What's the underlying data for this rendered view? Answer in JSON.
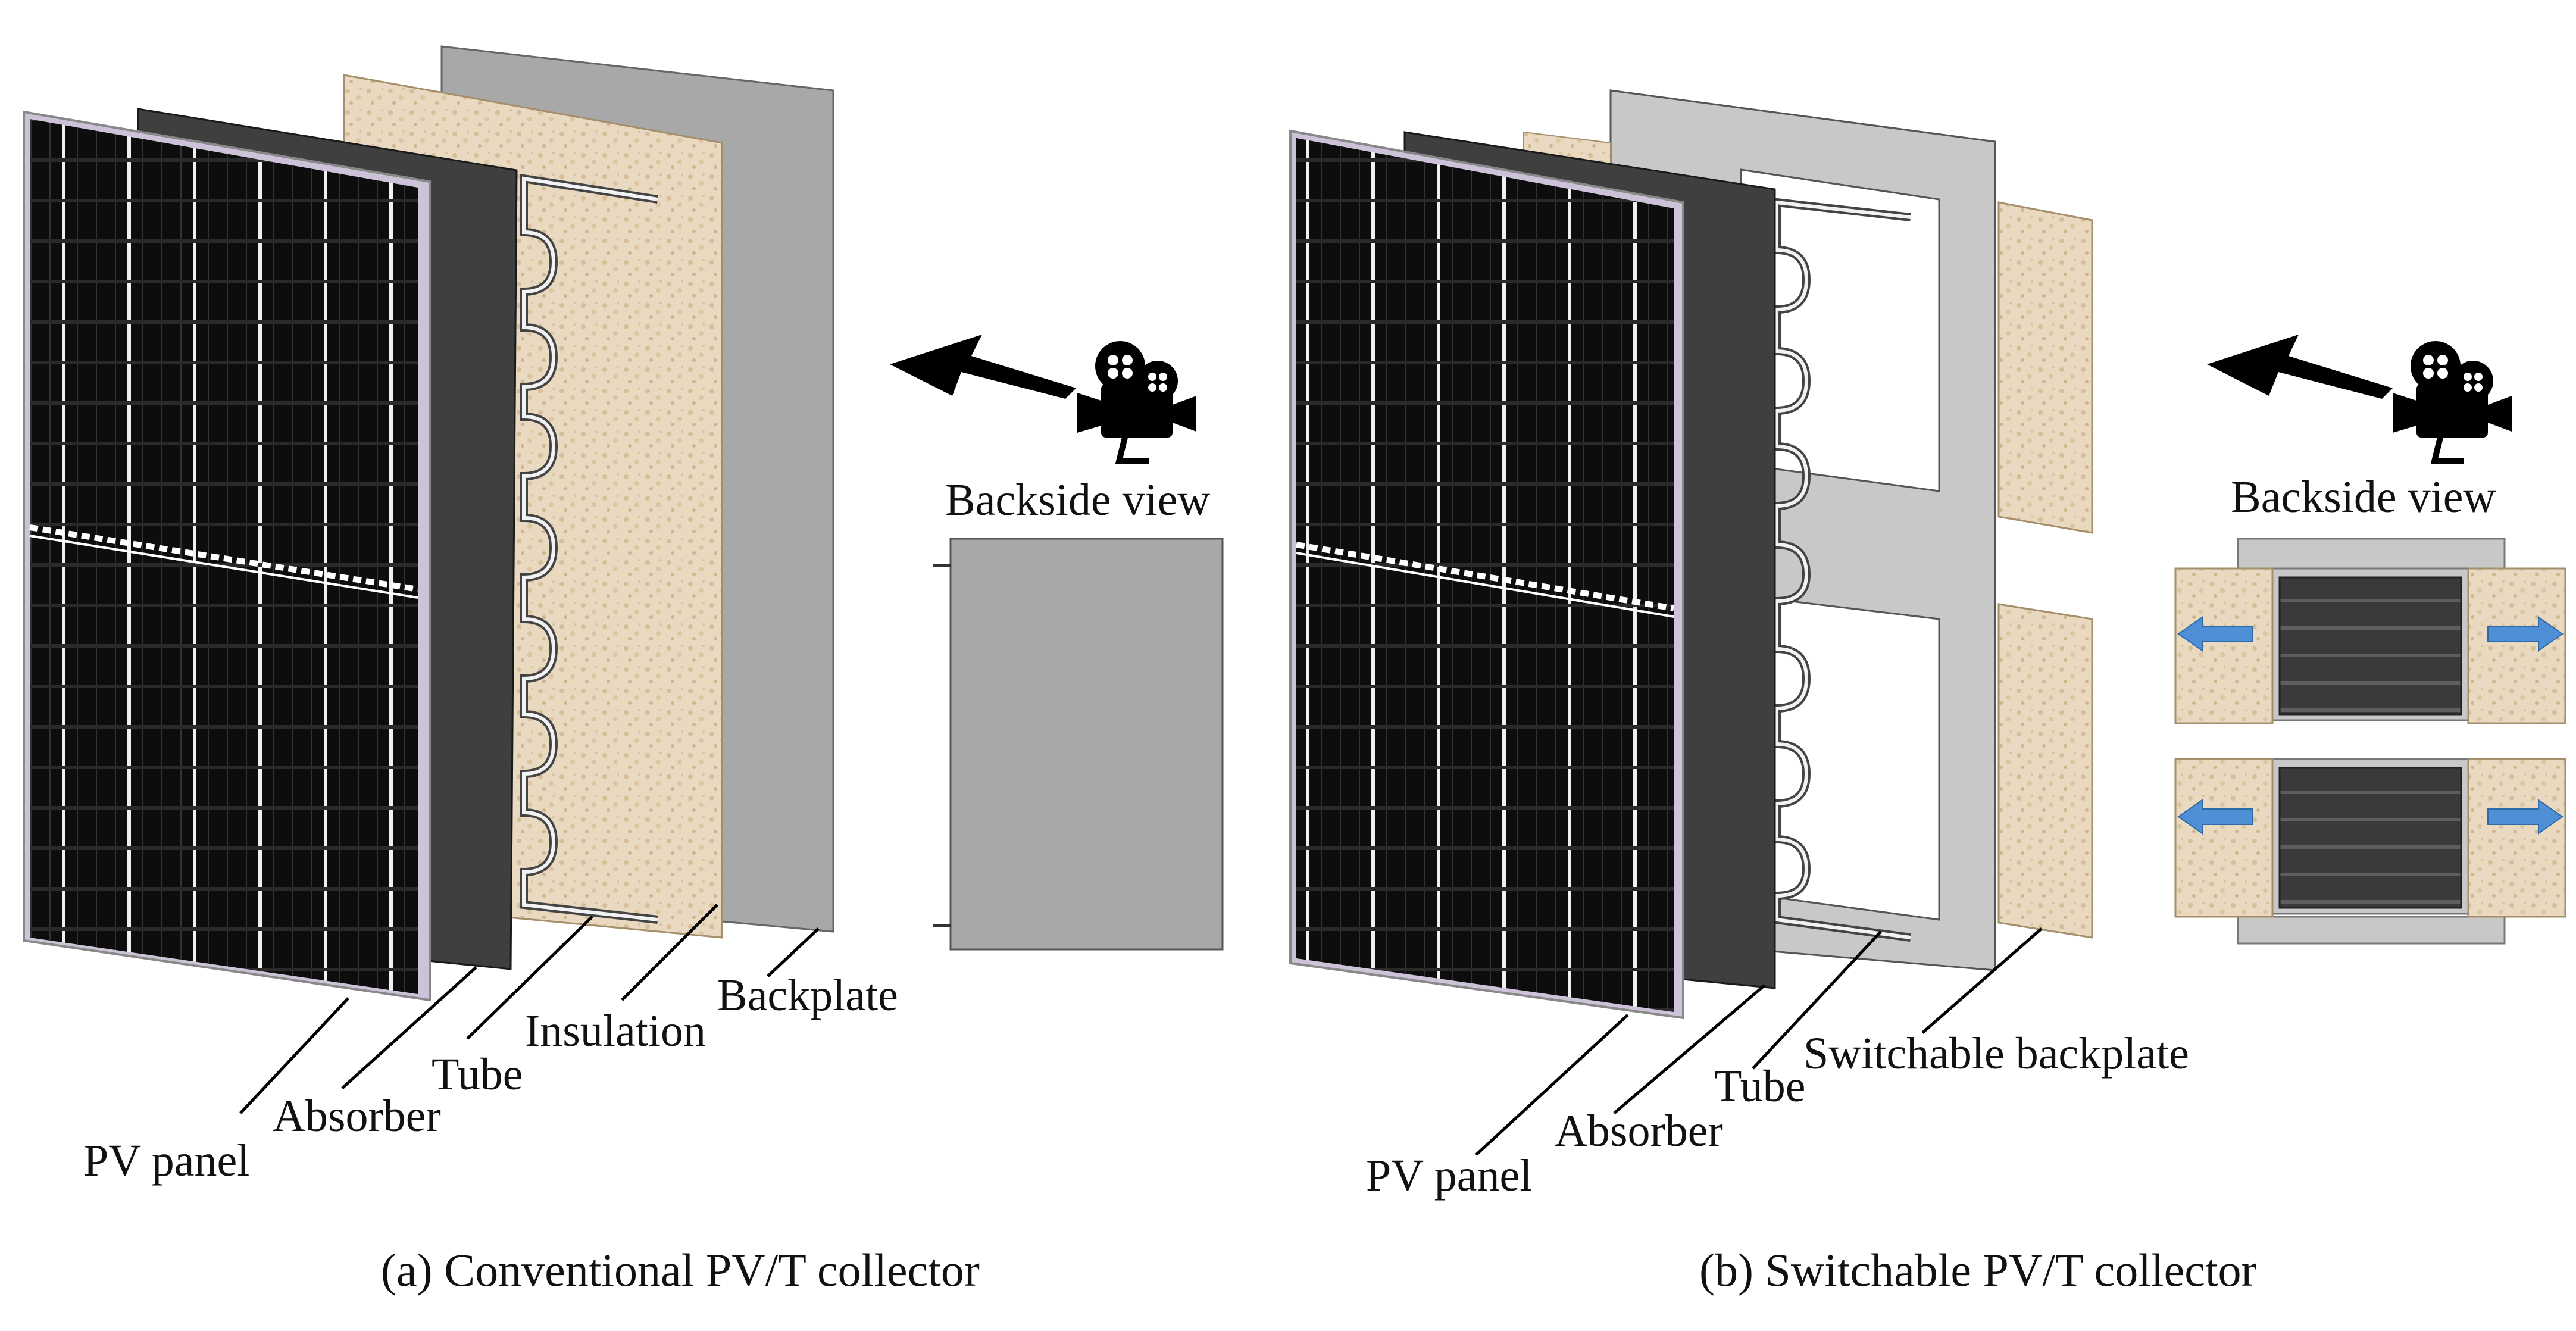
{
  "panel_a": {
    "caption": "(a) Conventional PV/T collector",
    "view_label": "Backside view",
    "labels": {
      "pv_panel": "PV panel",
      "absorber": "Absorber",
      "tube": "Tube",
      "insulation": "Insulation",
      "backplate": "Backplate"
    }
  },
  "panel_b": {
    "caption": "(b) Switchable PV/T collector",
    "view_label": "Backside view",
    "labels": {
      "pv_panel": "PV panel",
      "absorber": "Absorber",
      "tube": "Tube",
      "switchable_backplate": "Switchable backplate"
    }
  },
  "colors": {
    "pv_cell": "#0d0d0d",
    "pv_frame": "#cdc3d8",
    "absorber": "#3f3f3f",
    "insulation": "#e6d6bc",
    "backplate": "#a8a8a8",
    "switchable_backplate": "#c8c8c8",
    "arrow": "#4e8fd6",
    "view_arrow": "#000000"
  },
  "icons": [
    "camera-icon",
    "arrow-left-icon",
    "arrow-right-icon"
  ]
}
